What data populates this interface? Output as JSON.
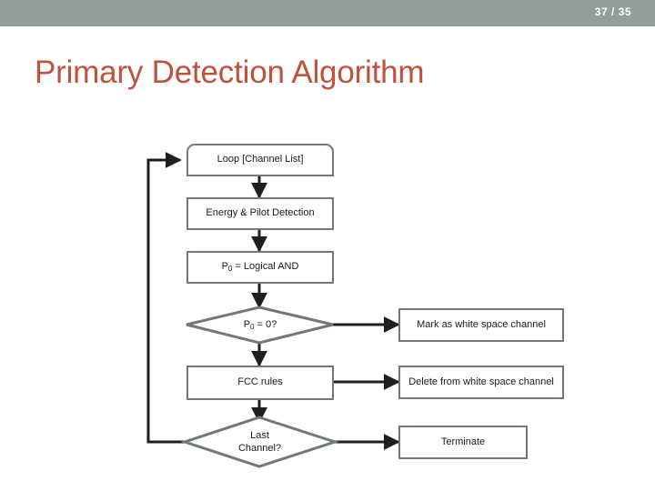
{
  "slide": {
    "page_indicator": "37 / 35",
    "title": "Primary Detection Algorithm",
    "header_color": "#90a099",
    "title_color": "#c0523c",
    "node_border_color": "#6f7a74",
    "connector_color": "#1f1f1f"
  },
  "flowchart": {
    "type": "flowchart",
    "nodes": [
      {
        "id": "loop",
        "label": "Loop [Channel List]",
        "shape": "loop-start"
      },
      {
        "id": "detect",
        "label": "Energy & Pilot Detection",
        "shape": "rectangle"
      },
      {
        "id": "logicaland",
        "label_prefix": "P",
        "label_sub": "0",
        "label_suffix": " = Logical AND",
        "shape": "rectangle"
      },
      {
        "id": "iszero",
        "label_prefix": "P",
        "label_sub": "0",
        "label_suffix": " = 0?",
        "shape": "diamond"
      },
      {
        "id": "fcc",
        "label": "FCC rules",
        "shape": "rectangle"
      },
      {
        "id": "last",
        "label_line1": "Last",
        "label_line2": "Channel?",
        "shape": "diamond"
      },
      {
        "id": "mark",
        "label": "Mark as white space channel",
        "shape": "rectangle"
      },
      {
        "id": "delete",
        "label": "Delete from white space channel",
        "shape": "rectangle"
      },
      {
        "id": "terminate",
        "label": "Terminate",
        "shape": "rectangle"
      }
    ],
    "edges": [
      {
        "from": "loop",
        "to": "detect",
        "direction": "down"
      },
      {
        "from": "detect",
        "to": "logicaland",
        "direction": "down"
      },
      {
        "from": "logicaland",
        "to": "iszero",
        "direction": "down"
      },
      {
        "from": "iszero",
        "to": "fcc",
        "direction": "down"
      },
      {
        "from": "iszero",
        "to": "mark",
        "direction": "right"
      },
      {
        "from": "fcc",
        "to": "last",
        "direction": "down"
      },
      {
        "from": "fcc",
        "to": "delete",
        "direction": "right"
      },
      {
        "from": "last",
        "to": "terminate",
        "direction": "right"
      },
      {
        "from": "last",
        "to": "loop",
        "direction": "feedback-left"
      }
    ]
  }
}
